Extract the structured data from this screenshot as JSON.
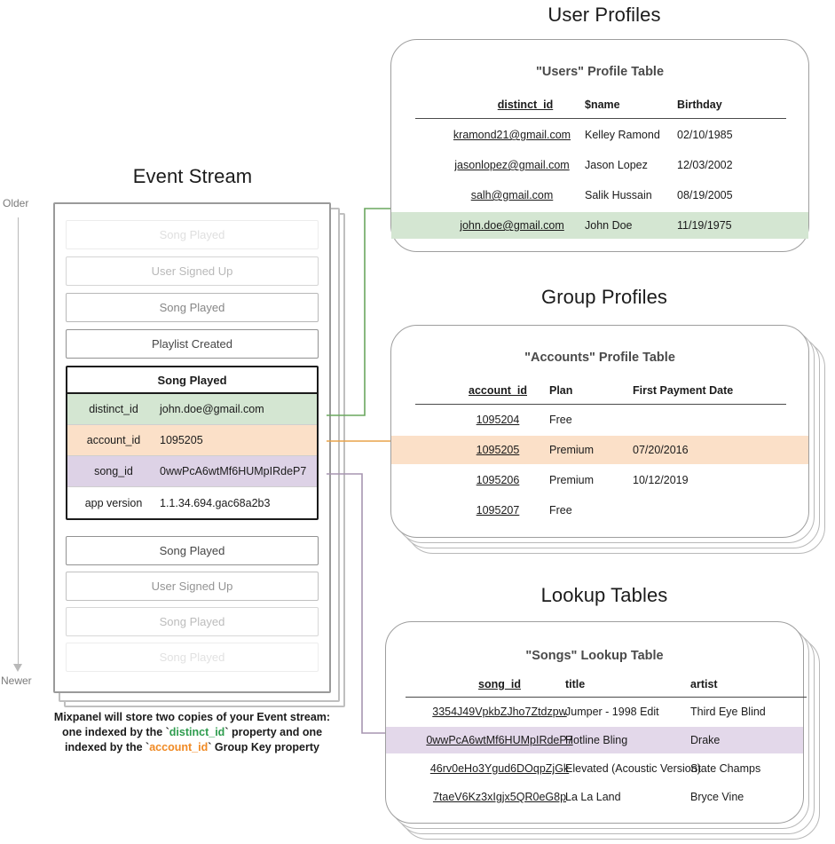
{
  "sections": {
    "event_stream_title": "Event Stream",
    "user_profiles_title": "User Profiles",
    "group_profiles_title": "Group Profiles",
    "lookup_tables_title": "Lookup Tables"
  },
  "axis": {
    "older": "Older",
    "newer": "Newer"
  },
  "event_stream": {
    "events_above": [
      {
        "label": "Song Played",
        "opacity": 0.16
      },
      {
        "label": "User Signed Up",
        "opacity": 0.36
      },
      {
        "label": "Song Played",
        "opacity": 0.62
      },
      {
        "label": "Playlist Created",
        "opacity": 0.95
      }
    ],
    "expanded": {
      "title": "Song Played",
      "properties": [
        {
          "key": "distinct_id",
          "value": "john.doe@gmail.com",
          "color": "#d4e6d2"
        },
        {
          "key": "account_id",
          "value": "1095205",
          "color": "#fbe0c8"
        },
        {
          "key": "song_id",
          "value": "0wwPcA6wtMf6HUMpIRdeP7",
          "color": "#ddd2e6"
        },
        {
          "key": "app version",
          "value": "1.1.34.694.gac68a2b3",
          "color": "#ffffff"
        }
      ]
    },
    "events_below": [
      {
        "label": "Song Played",
        "opacity": 0.95
      },
      {
        "label": "User Signed Up",
        "opacity": 0.55
      },
      {
        "label": "Song Played",
        "opacity": 0.34
      },
      {
        "label": "Song Played",
        "opacity": 0.15
      }
    ]
  },
  "caption": {
    "line1": "Mixpanel will store two copies of your Event stream:",
    "line2_a": "one indexed by the ",
    "line2_token": "distinct_id",
    "line2_b": " property and one",
    "line3_a": "indexed by the ",
    "line3_token": "account_id",
    "line3_b": " Group Key property",
    "tick": "`"
  },
  "users_table": {
    "title": "\"Users\" Profile Table",
    "columns": [
      "distinct_id",
      "$name",
      "Birthday"
    ],
    "rows": [
      {
        "cells": [
          "kramond21@gmail.com",
          "Kelley Ramond",
          "02/10/1985"
        ],
        "highlight": false
      },
      {
        "cells": [
          "jasonlopez@gmail.com",
          "Jason Lopez",
          "12/03/2002"
        ],
        "highlight": false
      },
      {
        "cells": [
          "salh@gmail.com",
          "Salik Hussain",
          "08/19/2005"
        ],
        "highlight": false
      },
      {
        "cells": [
          "john.doe@gmail.com",
          "John Doe",
          "11/19/1975"
        ],
        "highlight": true
      }
    ],
    "highlight_color": "#d4e6d2"
  },
  "accounts_table": {
    "title": "\"Accounts\" Profile Table",
    "columns": [
      "account_id",
      "Plan",
      "First Payment Date"
    ],
    "rows": [
      {
        "cells": [
          "1095204",
          "Free",
          ""
        ],
        "highlight": false
      },
      {
        "cells": [
          "1095205",
          "Premium",
          "07/20/2016"
        ],
        "highlight": true
      },
      {
        "cells": [
          "1095206",
          "Premium",
          "10/12/2019"
        ],
        "highlight": false
      },
      {
        "cells": [
          "1095207",
          "Free",
          ""
        ],
        "highlight": false
      }
    ],
    "highlight_color": "#fbe0c8"
  },
  "songs_table": {
    "title": "\"Songs\" Lookup Table",
    "columns": [
      "song_id",
      "title",
      "artist"
    ],
    "rows": [
      {
        "cells": [
          "3354J49VpkbZJho7Ztdzpw",
          "Jumper - 1998 Edit",
          "Third Eye Blind"
        ],
        "highlight": false
      },
      {
        "cells": [
          "0wwPcA6wtMf6HUMpIRdeP7",
          "Hotline Bling",
          "Drake"
        ],
        "highlight": true
      },
      {
        "cells": [
          "46rv0eHo3Ygud6DOqpZjGk",
          "Elevated (Acoustic Version)",
          "State Champs"
        ],
        "highlight": false
      },
      {
        "cells": [
          "7taeV6Kz3xIgjx5QR0eG8p",
          "La La Land",
          "Bryce Vine"
        ],
        "highlight": false
      }
    ],
    "highlight_color": "#e3d8ea"
  },
  "connector_colors": {
    "distinct_id": "#6aa75f",
    "account_id": "#e8a34a",
    "song_id": "#a796b0"
  }
}
